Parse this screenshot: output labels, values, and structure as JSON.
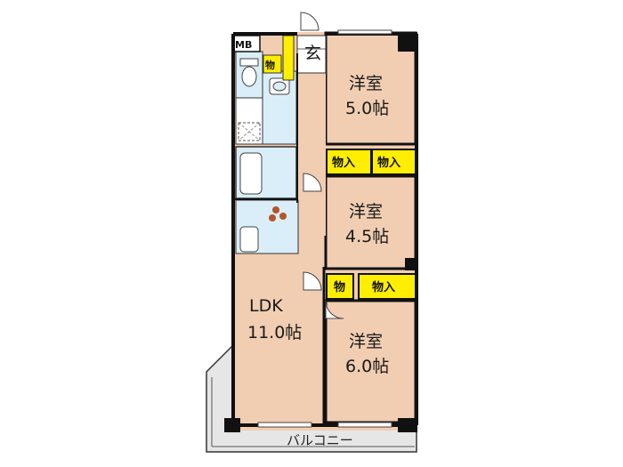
{
  "rooms": {
    "western_1": {
      "name": "洋室",
      "size": "5.0帖"
    },
    "western_2": {
      "name": "洋室",
      "size": "4.5帖"
    },
    "western_3": {
      "name": "洋室",
      "size": "6.0帖"
    },
    "ldk": {
      "name": "LDK",
      "size": "11.0帖"
    }
  },
  "labels": {
    "entrance": "玄",
    "meter_box": "MB",
    "storage_small": "物",
    "storage_full": "物入",
    "balcony": "バルコニー"
  },
  "colors": {
    "room_floor": "#f1cdb2",
    "wet_area": "#d9eef8",
    "storage": "#ffee00",
    "balcony": "#e6e6e6",
    "wall": "#111111"
  }
}
